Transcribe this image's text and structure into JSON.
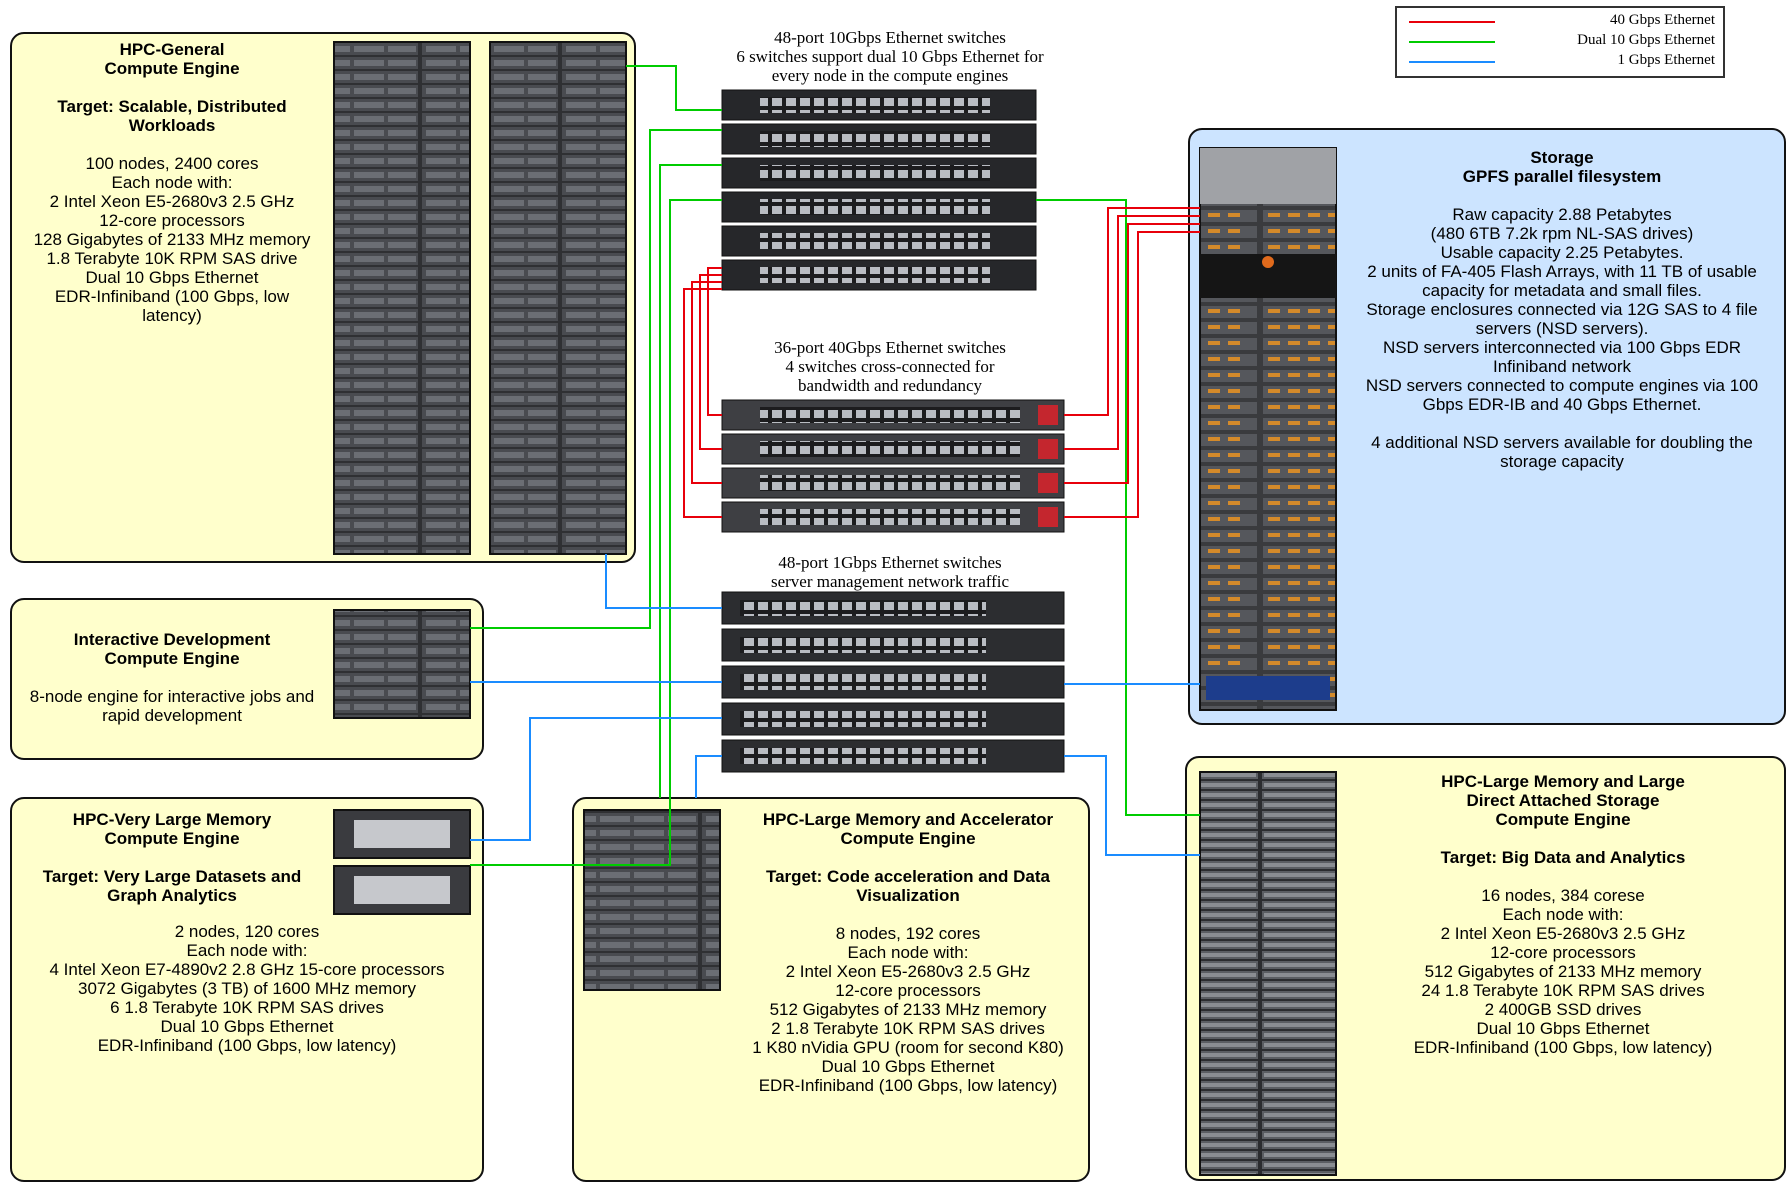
{
  "colors": {
    "red": "#e8000b",
    "green": "#00cc00",
    "blue": "#1a8cff",
    "panel_yellow": "#ffffcc",
    "panel_blue": "#cce4ff"
  },
  "legend": [
    "40 Gbps Ethernet",
    "Dual 10 Gbps Ethernet",
    "1 Gbps Ethernet"
  ],
  "switch_captions": {
    "s10g": [
      "48-port 10Gbps Ethernet switches",
      "6 switches support dual 10 Gbps Ethernet for",
      "every node in the compute engines"
    ],
    "s40g": [
      "36-port 40Gbps Ethernet switches",
      "4 switches cross-connected for",
      "bandwidth and redundancy"
    ],
    "s1g": [
      "48-port 1Gbps Ethernet switches",
      "server management network traffic"
    ]
  },
  "hpc_general": {
    "title": [
      "HPC-General",
      "Compute Engine"
    ],
    "target": [
      "Target: Scalable, Distributed",
      "Workloads"
    ],
    "details": [
      "100 nodes, 2400 cores",
      "Each node with:",
      "2 Intel Xeon E5-2680v3 2.5 GHz",
      "12-core processors",
      "128 Gigabytes of 2133 MHz memory",
      "1.8 Terabyte 10K RPM SAS drive",
      "Dual 10 Gbps Ethernet",
      "EDR-Infiniband (100 Gbps, low",
      "latency)"
    ]
  },
  "interactive": {
    "title": [
      "Interactive Development",
      "Compute Engine"
    ],
    "details": [
      "8-node engine for interactive jobs and",
      "rapid development"
    ]
  },
  "very_large": {
    "title": [
      "HPC-Very Large Memory",
      "Compute Engine"
    ],
    "target": [
      "Target: Very Large Datasets and",
      "Graph Analytics"
    ],
    "details": [
      "2 nodes, 120 cores",
      "Each node with:",
      "4 Intel Xeon E7-4890v2 2.8 GHz 15-core processors",
      "3072 Gigabytes (3 TB) of 1600 MHz memory",
      "6 1.8 Terabyte 10K RPM SAS drives",
      "Dual 10 Gbps Ethernet",
      "EDR-Infiniband (100 Gbps, low latency)"
    ]
  },
  "accelerator": {
    "title": [
      "HPC-Large Memory and Accelerator",
      "Compute Engine"
    ],
    "target": [
      "Target: Code acceleration and Data",
      "Visualization"
    ],
    "details": [
      "8 nodes, 192 cores",
      "Each node with:",
      "2 Intel Xeon E5-2680v3 2.5 GHz",
      "12-core processors",
      "512 Gigabytes of 2133 MHz memory",
      "2 1.8 Terabyte 10K RPM SAS drives",
      "1 K80 nVidia GPU (room for second K80)",
      "Dual 10 Gbps Ethernet",
      "EDR-Infiniband (100 Gbps, low latency)"
    ]
  },
  "large_das": {
    "title": [
      "HPC-Large Memory and Large",
      "Direct Attached Storage",
      "Compute Engine"
    ],
    "target": [
      "Target: Big Data and Analytics"
    ],
    "details": [
      "16 nodes, 384 corese",
      "Each node with:",
      "2 Intel Xeon E5-2680v3 2.5 GHz",
      "12-core processors",
      "512 Gigabytes of 2133 MHz memory",
      "24 1.8 Terabyte 10K RPM SAS drives",
      "2 400GB SSD drives",
      "Dual 10 Gbps Ethernet",
      "EDR-Infiniband (100 Gbps, low latency)"
    ]
  },
  "storage": {
    "title": [
      "Storage",
      "GPFS parallel filesystem"
    ],
    "details": [
      "Raw capacity  2.88 Petabytes",
      "(480 6TB 7.2k rpm NL-SAS drives)",
      "Usable capacity 2.25 Petabytes.",
      "2 units of FA-405 Flash Arrays, with 11 TB of usable",
      "capacity for metadata and small files.",
      "Storage enclosures connected via 12G SAS to 4 file",
      "servers (NSD servers).",
      "NSD servers interconnected via 100 Gbps EDR",
      "Infiniband network",
      "NSD servers connected to compute engines via 100",
      "Gbps EDR-IB and 40 Gbps Ethernet."
    ],
    "extra": [
      "4 additional NSD servers available for doubling the",
      "storage capacity"
    ]
  }
}
